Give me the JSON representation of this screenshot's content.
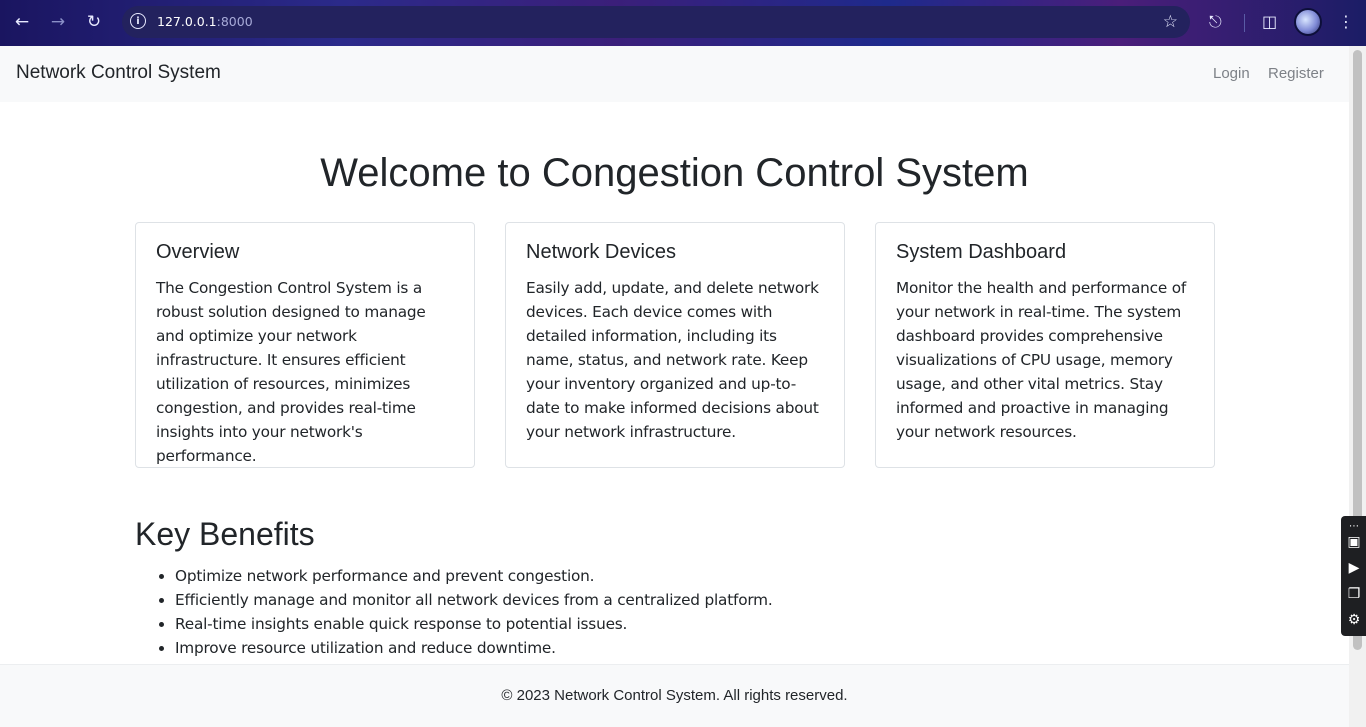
{
  "browser": {
    "url_host": "127.0.0.1",
    "url_port": ":8000"
  },
  "navbar": {
    "brand": "Network Control System",
    "links": [
      "Login",
      "Register"
    ]
  },
  "hero": {
    "title": "Welcome to Congestion Control System"
  },
  "cards": [
    {
      "title": "Overview",
      "text": "The Congestion Control System is a robust solution designed to manage and optimize your network infrastructure. It ensures efficient utilization of resources, minimizes congestion, and provides real-time insights into your network's performance."
    },
    {
      "title": "Network Devices",
      "text": "Easily add, update, and delete network devices. Each device comes with detailed information, including its name, status, and network rate. Keep your inventory organized and up-to-date to make informed decisions about your network infrastructure."
    },
    {
      "title": "System Dashboard",
      "text": "Monitor the health and performance of your network in real-time. The system dashboard provides comprehensive visualizations of CPU usage, memory usage, and other vital metrics. Stay informed and proactive in managing your network resources."
    }
  ],
  "benefits": {
    "title": "Key Benefits",
    "items": [
      "Optimize network performance and prevent congestion.",
      "Efficiently manage and monitor all network devices from a centralized platform.",
      "Real-time insights enable quick response to potential issues.",
      "Improve resource utilization and reduce downtime."
    ]
  },
  "footer": {
    "text": "© 2023 Network Control System. All rights reserved."
  },
  "icons": {
    "back": "arrow-left-icon",
    "forward": "arrow-right-icon",
    "reload": "reload-icon",
    "info": "info-icon",
    "bookmark": "star-icon",
    "extensions": "puzzle-icon",
    "sidepanel": "side-panel-icon",
    "menu": "kebab-menu-icon"
  }
}
